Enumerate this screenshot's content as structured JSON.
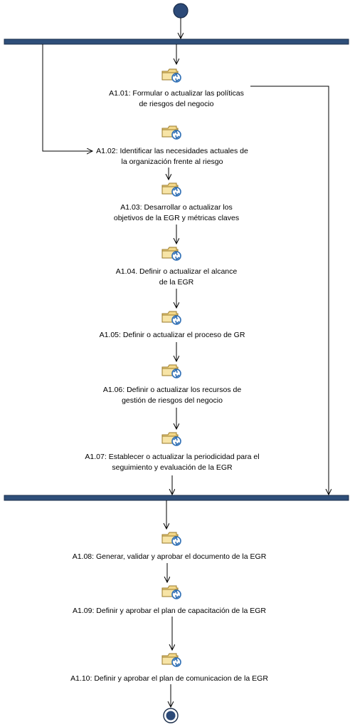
{
  "colors": {
    "bar": "#2f4f7a",
    "bar_border": "#1a2d4a",
    "start_node": "#2c4a78",
    "line": "#000000",
    "icon_fill": "#f3d88a",
    "icon_stroke": "#9a7a2a",
    "icon_arrow": "#2f6fb5"
  },
  "activities": [
    {
      "line1": "A1.01: Formular o actualizar las políticas",
      "line2": "de riesgos del negocio"
    },
    {
      "line1": "A1.02: Identificar las necesidades actuales de",
      "line2": "la organización frente al riesgo"
    },
    {
      "line1": "A1.03: Desarrollar o actualizar los",
      "line2": "objetivos de la EGR y métricas claves"
    },
    {
      "line1": "A1.04. Definir o actualizar el alcance",
      "line2": "de la EGR"
    },
    {
      "line1": "A1.05: Definir o actualizar el proceso de GR",
      "line2": ""
    },
    {
      "line1": "A1.06: Definir o actualizar los recursos de",
      "line2": "gestión de riesgos del negocio"
    },
    {
      "line1": "A1.07: Establecer o actualizar la periodicidad para el",
      "line2": "seguimiento y evaluación de la EGR"
    },
    {
      "line1": "A1.08: Generar, validar y aprobar el documento de la EGR",
      "line2": ""
    },
    {
      "line1": "A1.09: Definir y aprobar el plan de capacitación de la EGR",
      "line2": ""
    },
    {
      "line1": "A1.10: Definir y aprobar el plan de comunicacion de la EGR",
      "line2": ""
    }
  ]
}
